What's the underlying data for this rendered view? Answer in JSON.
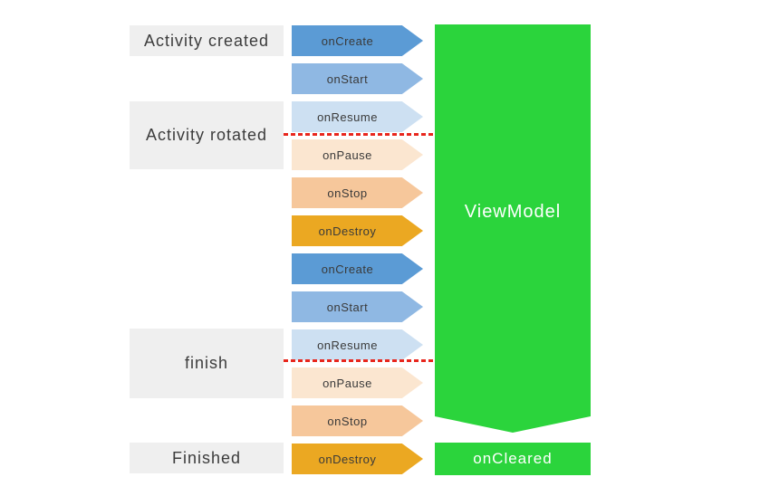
{
  "palette": {
    "background": "#ffffff",
    "stage_box_bg": "#efefef",
    "stage_text": "#3c3c3c",
    "arrow_text": "#3a3a3a",
    "divider_red": "#e8261d",
    "green": "#2bd43c",
    "banner_text": "#ffffff"
  },
  "stages": [
    {
      "label": "Activity created"
    },
    {
      "label": "Activity rotated"
    },
    {
      "label": "finish"
    },
    {
      "label": "Finished"
    }
  ],
  "arrows": [
    {
      "label": "onCreate",
      "color": "#5b9bd5"
    },
    {
      "label": "onStart",
      "color": "#8fb8e3"
    },
    {
      "label": "onResume",
      "color": "#cde0f2"
    },
    {
      "label": "onPause",
      "color": "#fbe6d0"
    },
    {
      "label": "onStop",
      "color": "#f6c79b"
    },
    {
      "label": "onDestroy",
      "color": "#eba822"
    },
    {
      "label": "onCreate",
      "color": "#5b9bd5"
    },
    {
      "label": "onStart",
      "color": "#8fb8e3"
    },
    {
      "label": "onResume",
      "color": "#cde0f2"
    },
    {
      "label": "onPause",
      "color": "#fbe6d0"
    },
    {
      "label": "onStop",
      "color": "#f6c79b"
    },
    {
      "label": "onDestroy",
      "color": "#eba822"
    }
  ],
  "viewmodel": {
    "label": "ViewModel",
    "color": "#2bd43c"
  },
  "oncleared": {
    "label": "onCleared",
    "color": "#2bd43c"
  }
}
